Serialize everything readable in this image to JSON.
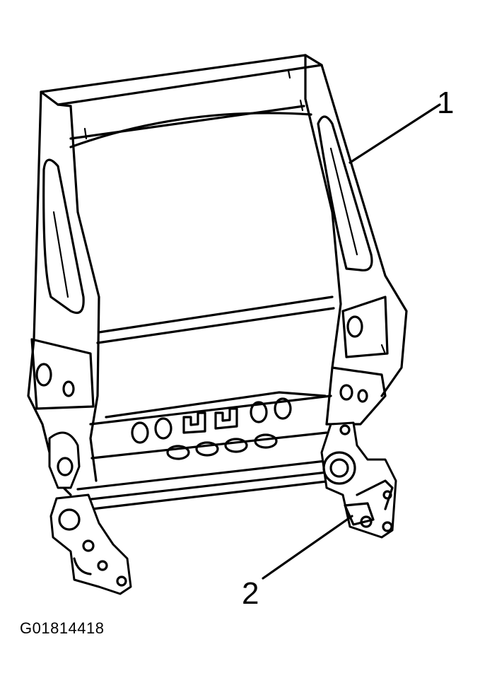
{
  "callouts": [
    {
      "label": "1",
      "part": "seat-back-frame"
    },
    {
      "label": "2",
      "part": "recliner-mechanism"
    }
  ],
  "figure_id": "G01814418"
}
